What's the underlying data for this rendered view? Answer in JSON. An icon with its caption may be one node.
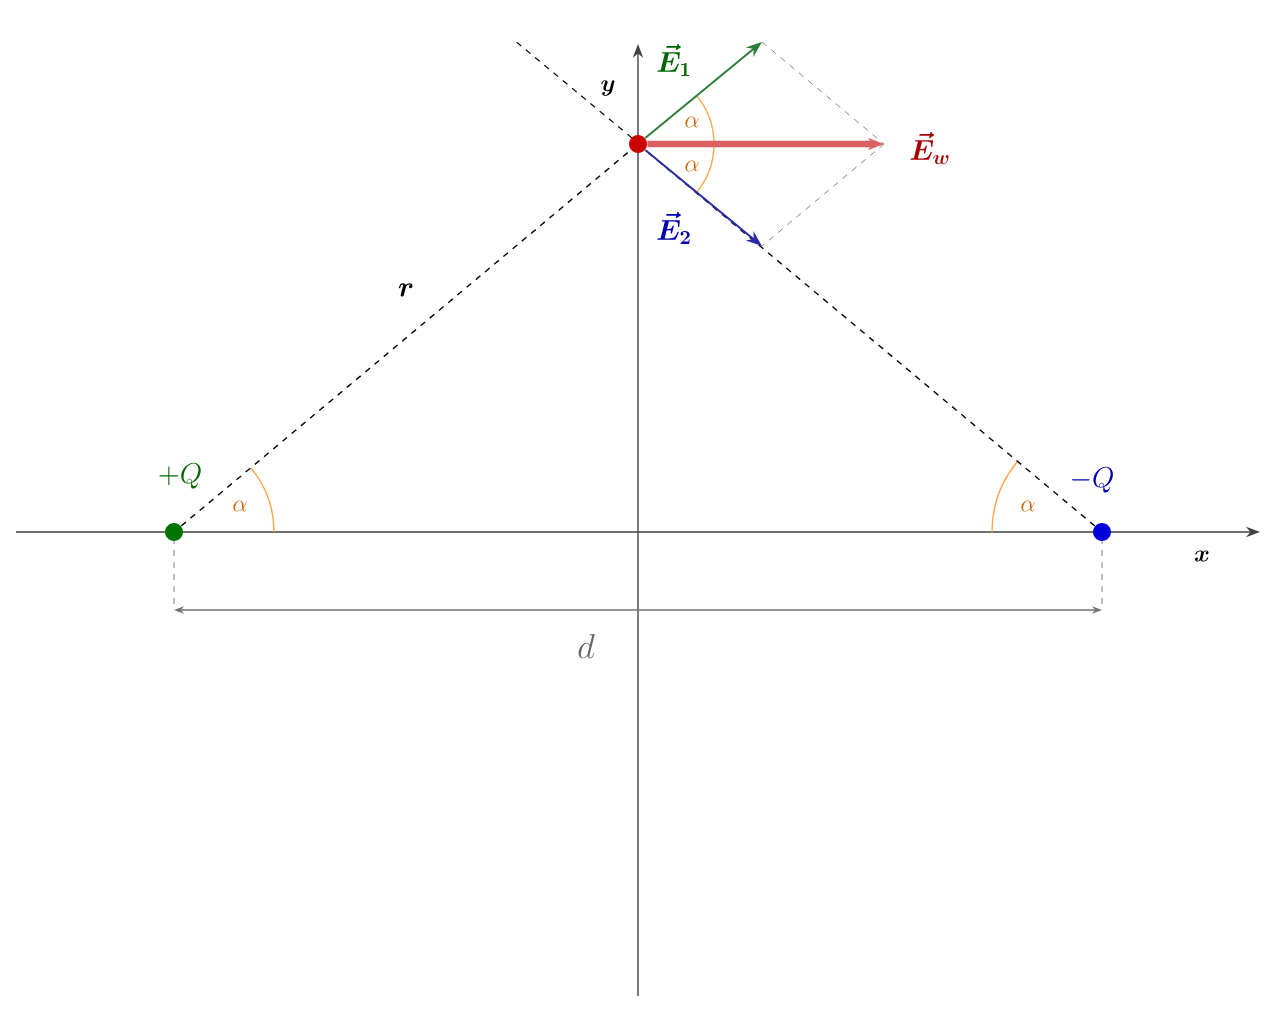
{
  "diagram": {
    "nodes": [
      {
        "text": [],
        "shape": "circle",
        "beside": [
          "+Q"
        ]
      },
      {
        "text": [],
        "shape": "circle",
        "beside": [
          "-Q"
        ]
      },
      {
        "text": [],
        "shape": "circle"
      }
    ],
    "edges": [
      {
        "from": 0,
        "to": 2,
        "arrow": "none",
        "style": "dashed",
        "label": "r"
      },
      {
        "from": 1,
        "to": 2,
        "arrow": "none",
        "style": "dashed"
      },
      {
        "from": 2,
        "to": null,
        "arrow": "to",
        "label": "\\vec{E}_1",
        "color": "#2e7d3a"
      },
      {
        "from": 2,
        "to": null,
        "arrow": "to",
        "label": "\\vec{E}_2",
        "color": "#2a2aa8"
      },
      {
        "from": 2,
        "to": null,
        "arrow": "to",
        "label": "\\vec{E}_w",
        "color": "#d9605f",
        "style": "thick"
      }
    ],
    "labels": [
      "y",
      "\\alpha",
      "\\alpha",
      "\\alpha",
      "\\alpha",
      "x",
      "d"
    ]
  }
}
